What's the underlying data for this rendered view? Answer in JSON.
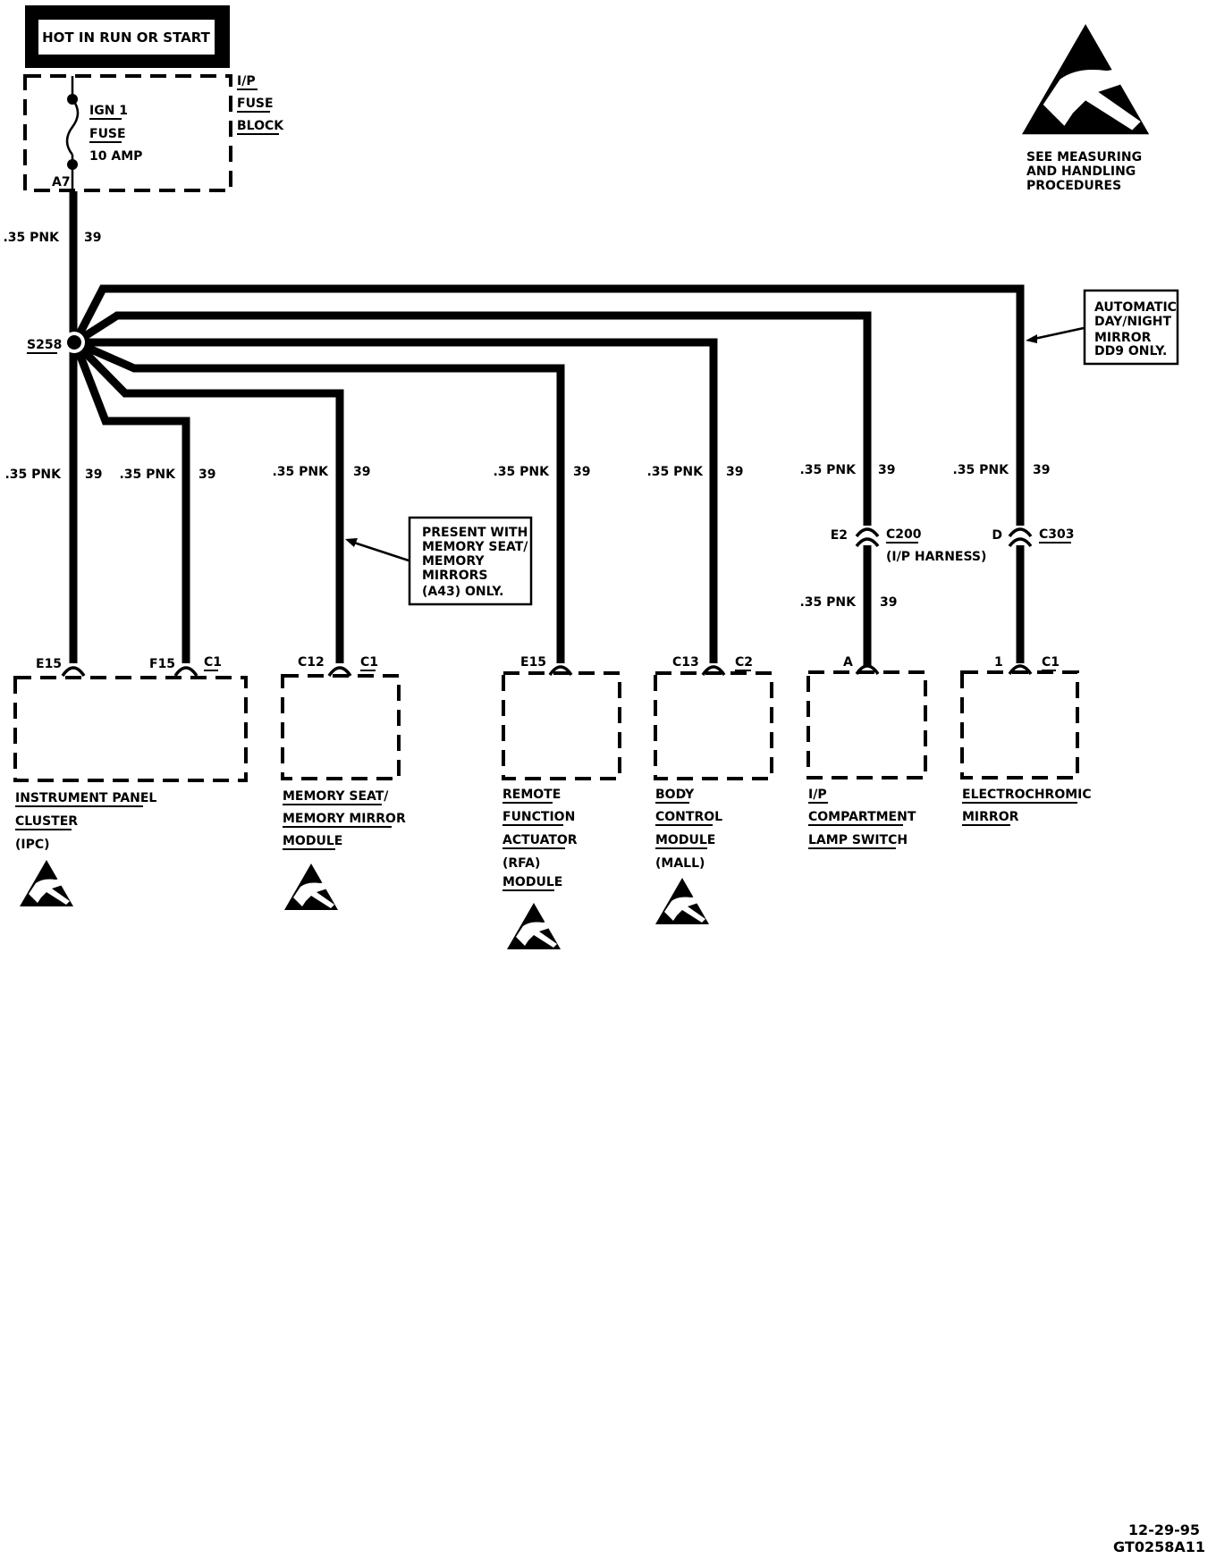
{
  "header": {
    "title": "HOT IN RUN OR START"
  },
  "fuse_block": {
    "name_lines": [
      "I/P",
      "FUSE",
      "BLOCK"
    ],
    "fuse_lines": [
      "IGN 1",
      "FUSE",
      "10 AMP"
    ],
    "terminal": "A7"
  },
  "feed_wire": {
    "gauge_color": ".35 PNK",
    "circuit": "39"
  },
  "splice": {
    "id": "S258"
  },
  "esd_notice": {
    "lines": [
      "SEE MEASURING",
      "AND HANDLING",
      "PROCEDURES"
    ]
  },
  "notes": {
    "memory": [
      "PRESENT WITH",
      "MEMORY SEAT/",
      "MEMORY",
      "MIRRORS",
      "(A43) ONLY."
    ],
    "mirror": [
      "AUTOMATIC",
      "DAY/NIGHT",
      "MIRROR",
      "DD9 ONLY."
    ]
  },
  "branches": [
    {
      "gauge_color": ".35 PNK",
      "circuit": "39"
    },
    {
      "gauge_color": ".35 PNK",
      "circuit": "39"
    },
    {
      "gauge_color": ".35 PNK",
      "circuit": "39"
    },
    {
      "gauge_color": ".35 PNK",
      "circuit": "39"
    },
    {
      "gauge_color": ".35 PNK",
      "circuit": "39"
    },
    {
      "gauge_color": ".35 PNK",
      "circuit": "39"
    },
    {
      "gauge_color": ".35 PNK",
      "circuit": "39"
    }
  ],
  "inline_connectors": [
    {
      "pin": "E2",
      "id": "C200",
      "note": "(I/P HARNESS)",
      "lower_gauge_color": ".35 PNK",
      "lower_circuit": "39"
    },
    {
      "pin": "D",
      "id": "C303"
    }
  ],
  "components": [
    {
      "name_lines": [
        "INSTRUMENT PANEL",
        "CLUSTER",
        "(IPC)"
      ],
      "pins": [
        "E15",
        "F15"
      ],
      "connector": "C1",
      "esd": true
    },
    {
      "name_lines": [
        "MEMORY SEAT/",
        "MEMORY MIRROR",
        "MODULE"
      ],
      "pin": "C12",
      "connector": "C1",
      "esd": true
    },
    {
      "name_lines": [
        "REMOTE",
        "FUNCTION",
        "ACTUATOR",
        "(RFA)",
        "MODULE"
      ],
      "pin": "E15",
      "connector": "",
      "esd": true
    },
    {
      "name_lines": [
        "BODY",
        "CONTROL",
        "MODULE",
        "(MALL)"
      ],
      "pin": "C13",
      "connector": "C2",
      "esd": true
    },
    {
      "name_lines": [
        "I/P",
        "COMPARTMENT",
        "LAMP SWITCH"
      ],
      "pin": "A",
      "connector": "",
      "esd": false
    },
    {
      "name_lines": [
        "ELECTROCHROMIC",
        "MIRROR"
      ],
      "pin": "1",
      "connector": "C1",
      "esd": false
    }
  ],
  "footer": {
    "date": "12-29-95",
    "figure_id": "GT0258A11"
  }
}
